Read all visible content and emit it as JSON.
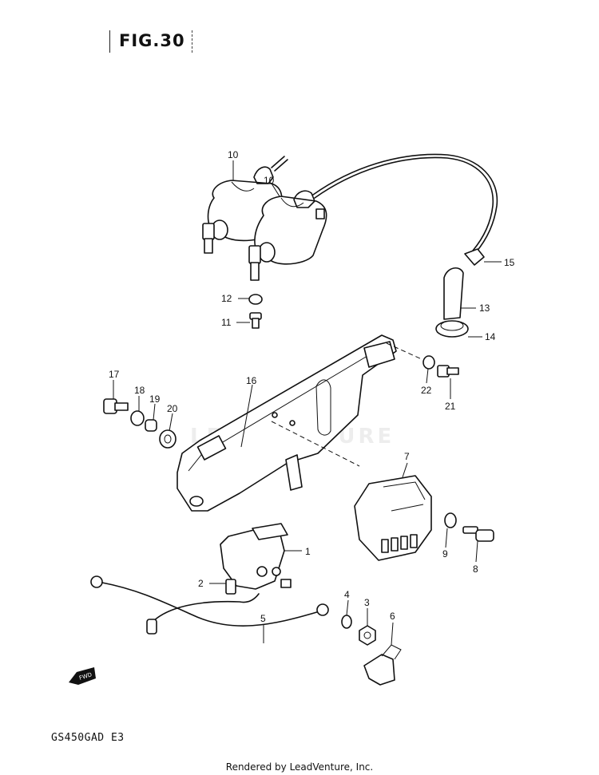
{
  "header": {
    "figure_title": "FIG.30"
  },
  "footer": {
    "model_code": "GS450GAD  E3",
    "credit": "Rendered by LeadVenture, Inc."
  },
  "watermark": {
    "text": "LEADVENTURE"
  },
  "fwd_label": "FWD",
  "callouts": {
    "c1": "1",
    "c2": "2",
    "c3": "3",
    "c4": "4",
    "c5": "5",
    "c6": "6",
    "c7": "7",
    "c8": "8",
    "c9": "9",
    "c10a": "10",
    "c10b": "10",
    "c11": "11",
    "c12": "12",
    "c13": "13",
    "c14": "14",
    "c15": "15",
    "c16": "16",
    "c17": "17",
    "c18": "18",
    "c19": "19",
    "c20": "20",
    "c21": "21",
    "c22": "22"
  }
}
